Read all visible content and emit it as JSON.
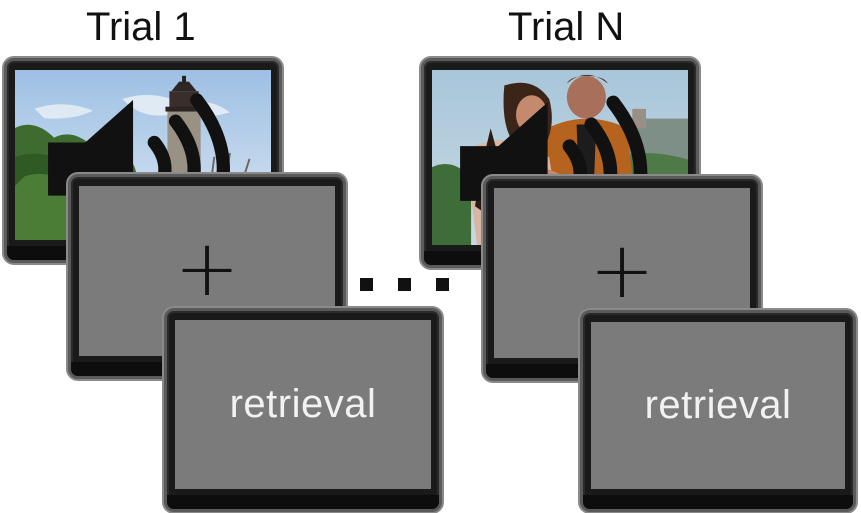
{
  "trials": [
    {
      "title": "Trial 1",
      "encoding_screen": {
        "content": "lighthouse-scene",
        "audio_icon": "speaker-icon"
      },
      "fixation_screen": {
        "symbol": "+"
      },
      "retrieval_screen": {
        "label": "retrieval"
      }
    },
    {
      "title": "Trial N",
      "encoding_screen": {
        "content": "couple-scene",
        "audio_icon": "speaker-icon"
      },
      "fixation_screen": {
        "symbol": "+"
      },
      "retrieval_screen": {
        "label": "retrieval"
      }
    }
  ],
  "colors": {
    "screen_gray": "#7b7b7b",
    "frame_dark": "#1a1a1a",
    "sky_blue": "#a9c8e6"
  }
}
